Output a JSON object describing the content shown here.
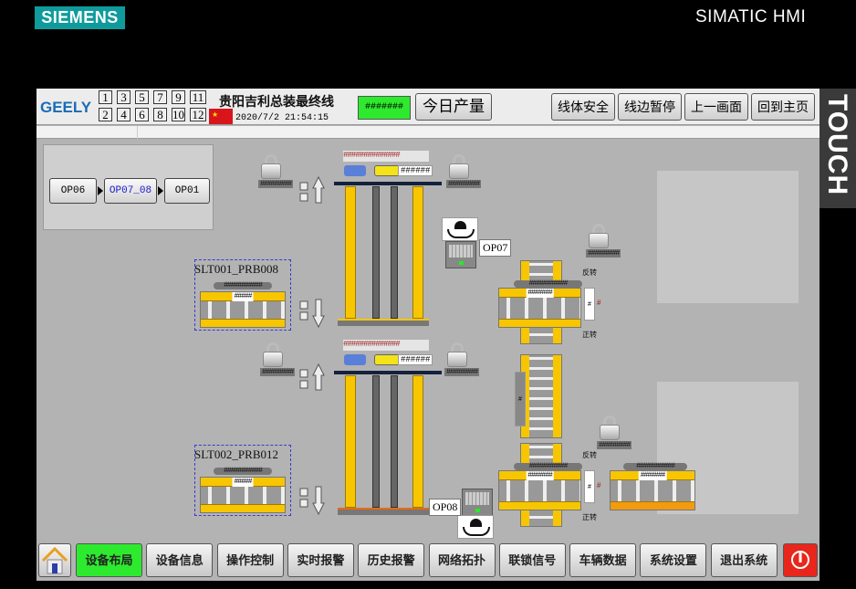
{
  "brand": {
    "siemens": "SIEMENS",
    "simatic": "SIMATIC HMI",
    "touch": "TOUCH"
  },
  "header": {
    "logo": "GEELY",
    "line_buttons": [
      "1",
      "3",
      "5",
      "7",
      "9",
      "11",
      "2",
      "4",
      "6",
      "8",
      "10",
      "12"
    ],
    "title": "贵阳吉利总装最终线",
    "datetime": "2020/7/2 21:54:15",
    "production_value": "#######",
    "production_label": "今日产量",
    "buttons": [
      "线体安全",
      "线边暂停",
      "上一画面",
      "回到主页"
    ]
  },
  "route": {
    "items": [
      "OP06",
      "OP07_08",
      "OP01"
    ]
  },
  "locks": [
    "#########",
    "#########",
    "#########",
    "#########",
    "#########",
    "#########"
  ],
  "lifts": [
    {
      "top_text": "##############",
      "value": "######"
    },
    {
      "top_text": "##############",
      "value": "######"
    }
  ],
  "buffers": [
    {
      "title": "SLT001_PRB008",
      "header": "###########",
      "value": "#####"
    },
    {
      "title": "SLT002_PRB012",
      "header": "###########",
      "value": "#####"
    }
  ],
  "turntables": [
    {
      "header": "###########",
      "value": "#######",
      "reverse": "反转",
      "forward": "正转",
      "side_a": "#",
      "side_b": "#"
    },
    {
      "header": "###########",
      "value": "#######",
      "reverse": "反转",
      "forward": "正转",
      "side_a": "#",
      "side_b": "#"
    }
  ],
  "end_conveyor": {
    "header": "###########",
    "value": "#######"
  },
  "middle_conveyor": {
    "side": "#"
  },
  "operators": [
    "OP07",
    "OP08"
  ],
  "nav": {
    "items": [
      "设备布局",
      "设备信息",
      "操作控制",
      "实时报警",
      "历史报警",
      "网络拓扑",
      "联锁信号",
      "车辆数据",
      "系统设置",
      "退出系统"
    ],
    "active": "设备布局"
  },
  "colors": {
    "active": "#2eea2e",
    "conveyor": "#f7c600",
    "brand": "#0f9b9b",
    "geely": "#1a6bb5"
  }
}
